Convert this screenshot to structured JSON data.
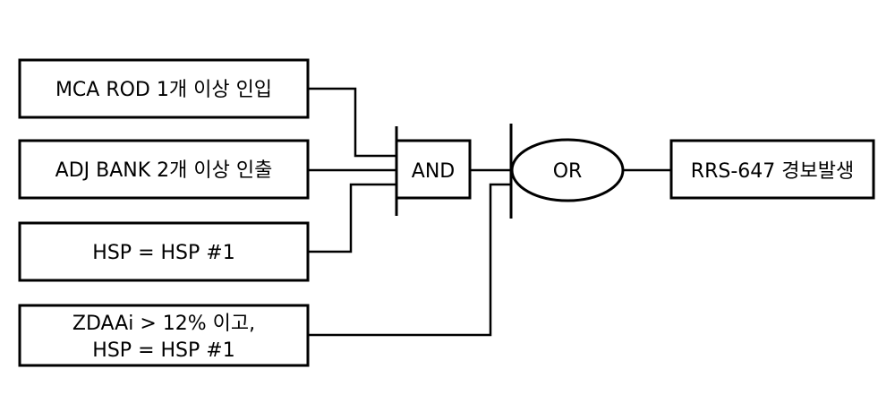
{
  "inputs": [
    {
      "lines": [
        "MCA ROD 1개 이상 인입"
      ]
    },
    {
      "lines": [
        "ADJ BANK 2개 이상 인출"
      ]
    },
    {
      "lines": [
        "HSP = HSP #1"
      ]
    },
    {
      "lines": [
        "ZDAAi > 12% 이고,",
        "HSP = HSP #1"
      ]
    }
  ],
  "and_gate": {
    "label": "AND"
  },
  "or_gate": {
    "label": "OR"
  },
  "output": {
    "label": "RRS-647 경보발생"
  }
}
